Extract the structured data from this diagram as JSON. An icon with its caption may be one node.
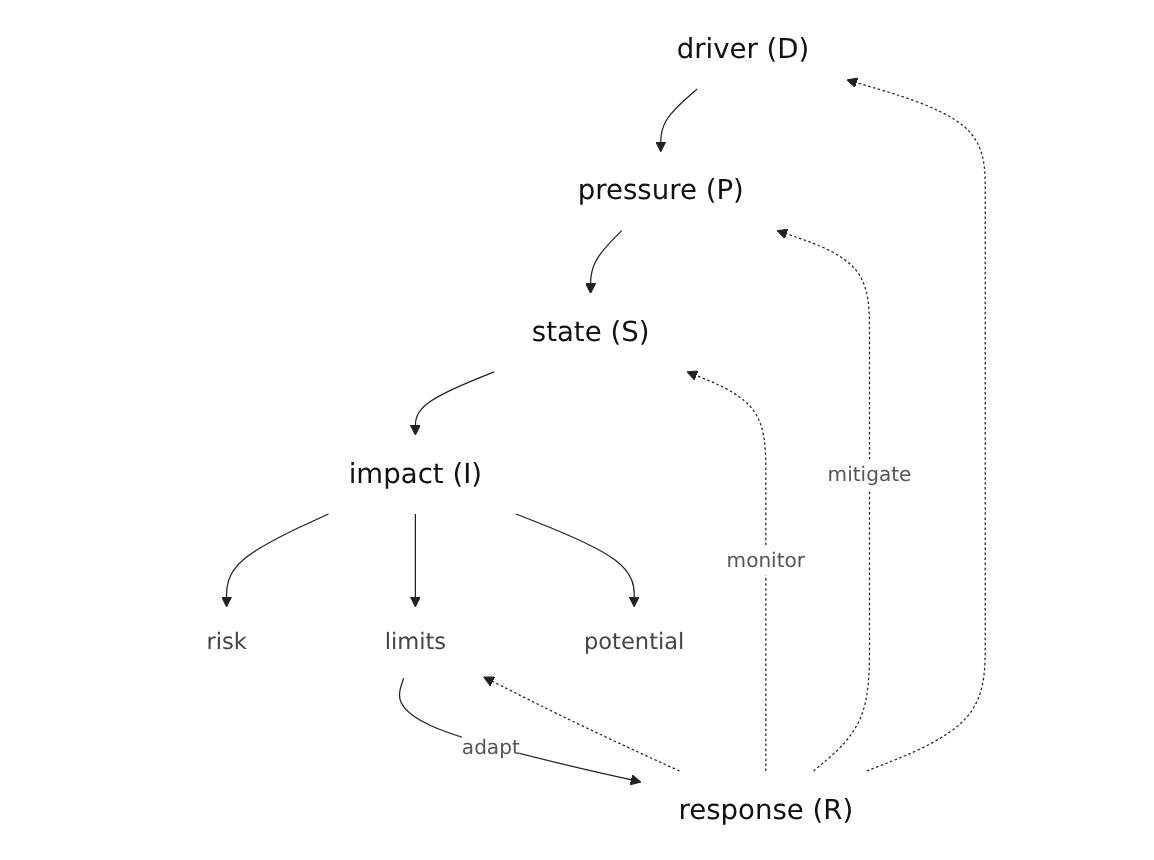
{
  "diagram": {
    "nodes": [
      {
        "text": [
          "driver (D)"
        ]
      },
      {
        "text": [
          "pressure (P)"
        ]
      },
      {
        "text": [
          "state (S)"
        ]
      },
      {
        "text": [
          "impact (I)"
        ]
      },
      {
        "text": [
          "response (R)"
        ]
      },
      {
        "text": [
          "risk"
        ]
      },
      {
        "text": [
          "limits"
        ]
      },
      {
        "text": [
          "potential"
        ]
      }
    ],
    "edges": [
      {
        "from": 0,
        "to": 1,
        "arrow": "to"
      },
      {
        "from": 1,
        "to": 2,
        "arrow": "to"
      },
      {
        "from": 2,
        "to": 3,
        "arrow": "to"
      },
      {
        "from": 3,
        "to": 5,
        "arrow": "to"
      },
      {
        "from": 3,
        "to": 6,
        "arrow": "to"
      },
      {
        "from": 3,
        "to": 7,
        "arrow": "to"
      },
      {
        "from": 4,
        "to": 0,
        "arrow": "to",
        "style": "dashed"
      },
      {
        "from": 4,
        "to": 1,
        "arrow": "to",
        "style": "dashed",
        "label": "mitigate"
      },
      {
        "from": 4,
        "to": 2,
        "arrow": "to",
        "style": "dashed",
        "label": "monitor"
      },
      {
        "from": 4,
        "to": 6,
        "arrow": "to",
        "style": "dashed"
      },
      {
        "from": 6,
        "to": 4,
        "arrow": "to",
        "label": "adapt"
      }
    ]
  }
}
